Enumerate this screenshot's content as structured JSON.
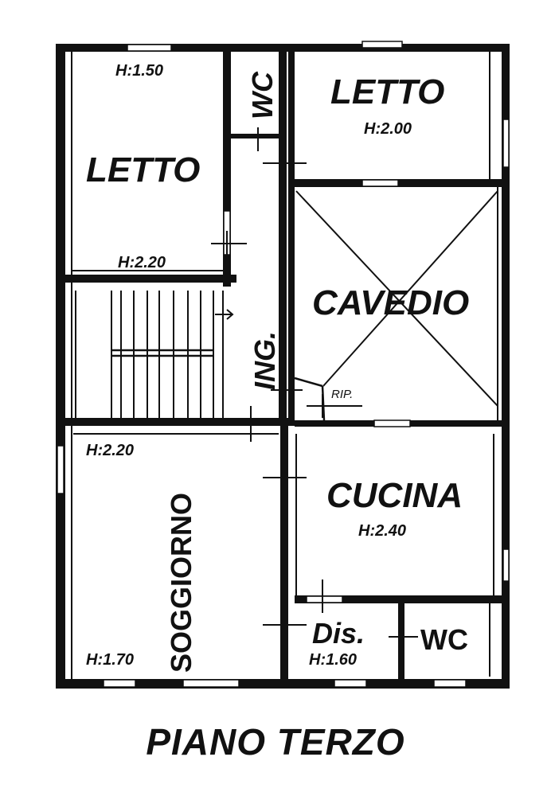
{
  "plan": {
    "title": "PIANO TERZO",
    "colors": {
      "ink": "#111111",
      "background": "#ffffff"
    },
    "rooms": {
      "letto_left": {
        "name": "LETTO",
        "height_top": "H:1.50",
        "height_bottom": "H:2.20"
      },
      "wc_top": {
        "name": "WC"
      },
      "letto_right": {
        "name": "LETTO",
        "height": "H:2.00"
      },
      "cavedio": {
        "name": "CAVEDIO"
      },
      "ripostiglio": {
        "name": "RIP."
      },
      "ingresso": {
        "name": "ING."
      },
      "soggiorno": {
        "name": "SOGGIORNO",
        "height_top": "H:2.20",
        "height_bottom": "H:1.70"
      },
      "cucina": {
        "name": "CUCINA",
        "height": "H:2.40"
      },
      "disimpegno": {
        "name": "Dis.",
        "height": "H:1.60"
      },
      "wc_bottom": {
        "name": "WC"
      },
      "stairs": {
        "name": "stairs"
      }
    }
  }
}
